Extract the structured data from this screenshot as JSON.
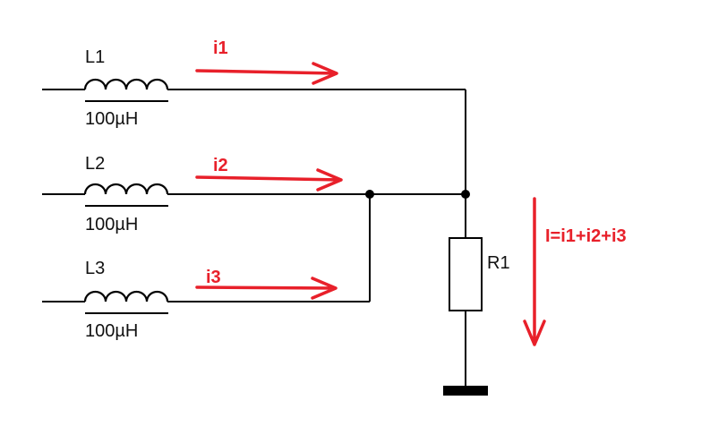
{
  "inductors": [
    {
      "name": "L1",
      "value": "100µH"
    },
    {
      "name": "L2",
      "value": "100µH"
    },
    {
      "name": "L3",
      "value": "100µH"
    }
  ],
  "resistor": {
    "name": "R1"
  },
  "currents": {
    "i1": "i1",
    "i2": "i2",
    "i3": "i3",
    "total": "I=i1+i2+i3"
  },
  "colors": {
    "wire": "#000000",
    "annotation": "#e8202a"
  }
}
